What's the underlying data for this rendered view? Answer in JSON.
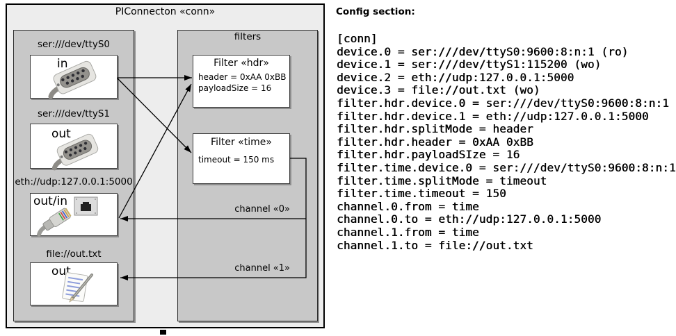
{
  "diagram": {
    "title": "PIConnecton «conn»",
    "devices_group": {
      "devices": [
        {
          "label": "ser:///dev/ttyS0",
          "port": "in",
          "icon": "db9-serial-connector"
        },
        {
          "label": "ser:///dev/ttyS1",
          "port": "out",
          "icon": "db9-serial-connector"
        },
        {
          "label": "eth://udp:127.0.0.1:5000",
          "port": "out/in",
          "icon": "ethernet-jack-and-plug"
        },
        {
          "label": "file://out.txt",
          "port": "out",
          "icon": "notepad-document"
        }
      ]
    },
    "filters_group": {
      "title": "filters",
      "filters": [
        {
          "title": "Filter «hdr»",
          "attributes": [
            "header = 0xAA 0xBB",
            "payloadSize = 16"
          ]
        },
        {
          "title": "Filter «time»",
          "attributes": [
            "timeout = 150 ms"
          ]
        }
      ]
    },
    "channels": [
      {
        "label": "channel «0»"
      },
      {
        "label": "channel «1»"
      }
    ]
  },
  "config": {
    "heading": "Config section:",
    "lines": [
      "[conn]",
      "device.0 = ser:///dev/ttyS0:9600:8:n:1 (ro)",
      "device.1 = ser:///dev/ttyS1:115200 (wo)",
      "device.2 = eth://udp:127.0.0.1:5000",
      "device.3 = file://out.txt (wo)",
      "filter.hdr.device.0 = ser:///dev/ttyS0:9600:8:n:1",
      "filter.hdr.device.1 = eth://udp:127.0.0.1:5000",
      "filter.hdr.splitMode = header",
      "filter.hdr.header = 0xAA 0xBB",
      "filter.hdr.payloadSIze = 16",
      "filter.time.device.0 = ser:///dev/ttyS0:9600:8:n:1",
      "filter.time.splitMode = timeout",
      "filter.time.timeout = 150",
      "channel.0.from = time",
      "channel.0.to = eth://udp:127.0.0.1:5000",
      "channel.1.from = time",
      "channel.1.to = file://out.txt"
    ]
  },
  "colors": {
    "outer_fill": "#ededed",
    "group_fill": "#c8c8c8",
    "node_fill": "#ffffff",
    "line_color": "#000000",
    "text_color": "#000000"
  }
}
